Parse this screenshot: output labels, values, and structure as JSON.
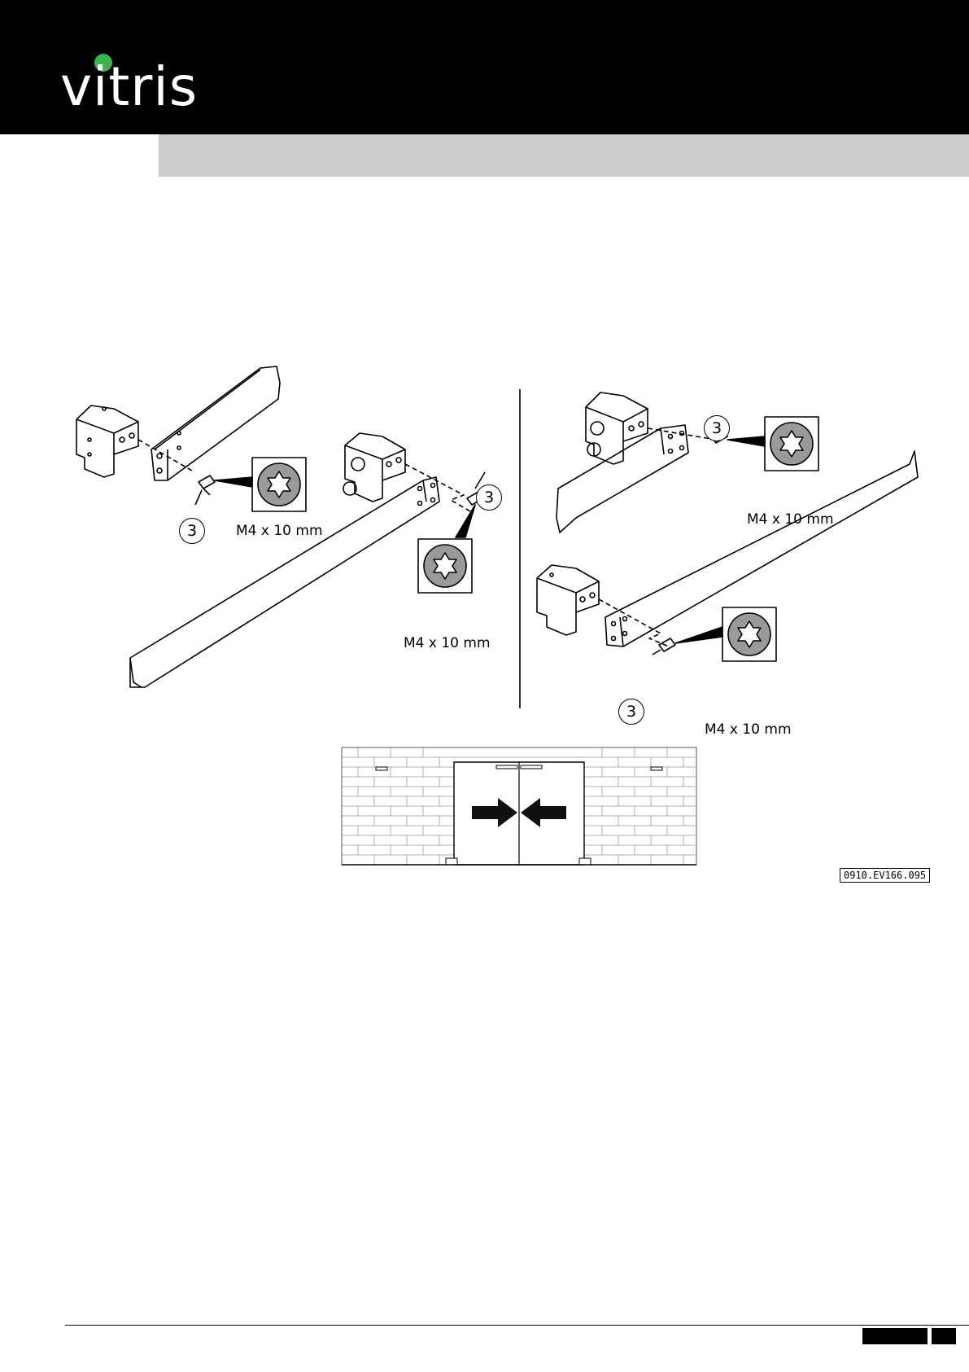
{
  "header": {
    "logo_text": "vitris",
    "logo_dot_color": "#3bb54a",
    "band_color": "#000000",
    "title_bar_color": "#cccccc"
  },
  "figure": {
    "callout_number": "3",
    "screw_spec": "M4 x 10 mm",
    "screw_icon": "torx-screw-head-icon",
    "drawing_code": "0910.EV166.095"
  },
  "footer": {
    "tab_color": "#000000"
  }
}
